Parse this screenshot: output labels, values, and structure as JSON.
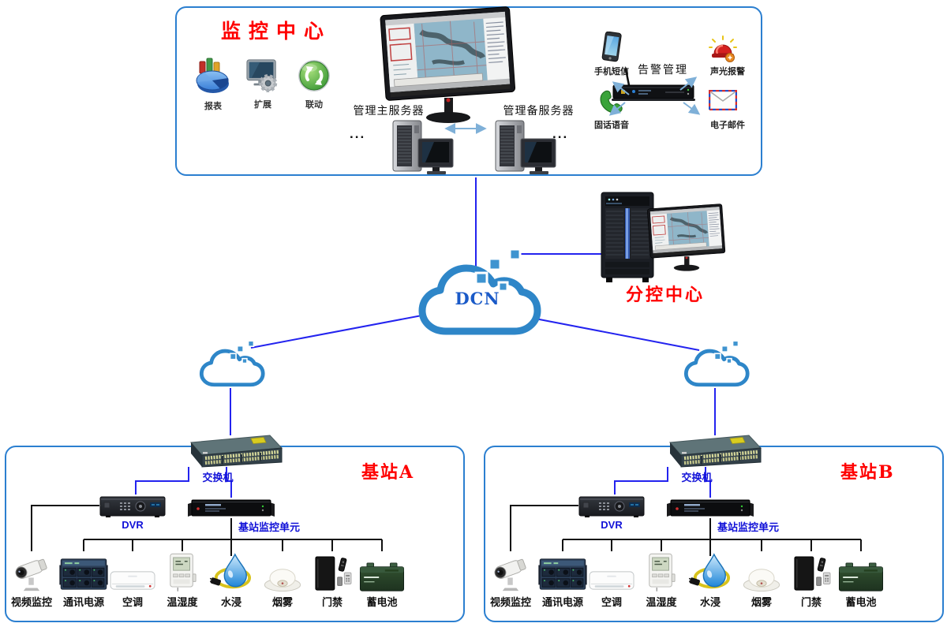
{
  "monitoring_center": {
    "title": "监控中心",
    "features": [
      {
        "label": "报表",
        "icon": "report-chart-icon"
      },
      {
        "label": "扩展",
        "icon": "monitor-gear-icon"
      },
      {
        "label": "联动",
        "icon": "linkage-sync-icon"
      }
    ],
    "primary_server_label": "管理主服务器",
    "backup_server_label": "管理备服务器",
    "ellipsis_left": "...",
    "ellipsis_right": "...",
    "alarm": {
      "title": "告警管理",
      "channels": [
        {
          "label": "手机短信",
          "icon": "mobile-sms-icon"
        },
        {
          "label": "声光报警",
          "icon": "siren-icon"
        },
        {
          "label": "固话语音",
          "icon": "landline-voice-icon"
        },
        {
          "label": "电子邮件",
          "icon": "email-icon"
        }
      ]
    }
  },
  "network": {
    "cloud_label": "DCN"
  },
  "sub_control_center": {
    "title": "分控中心"
  },
  "stations": [
    {
      "title": "基站A",
      "switch_label": "交换机",
      "dvr_label": "DVR",
      "bmu_label": "基站监控单元",
      "devices": [
        {
          "label": "视频监控",
          "icon": "camera-icon"
        },
        {
          "label": "通讯电源",
          "icon": "comm-power-icon"
        },
        {
          "label": "空调",
          "icon": "air-conditioner-icon"
        },
        {
          "label": "温湿度",
          "icon": "thermo-hygro-icon"
        },
        {
          "label": "水浸",
          "icon": "water-leak-icon"
        },
        {
          "label": "烟雾",
          "icon": "smoke-detector-icon"
        },
        {
          "label": "门禁",
          "icon": "access-control-icon"
        },
        {
          "label": "蓄电池",
          "icon": "battery-icon"
        }
      ]
    },
    {
      "title": "基站B",
      "switch_label": "交换机",
      "dvr_label": "DVR",
      "bmu_label": "基站监控单元",
      "devices": [
        {
          "label": "视频监控",
          "icon": "camera-icon"
        },
        {
          "label": "通讯电源",
          "icon": "comm-power-icon"
        },
        {
          "label": "空调",
          "icon": "air-conditioner-icon"
        },
        {
          "label": "温湿度",
          "icon": "thermo-hygro-icon"
        },
        {
          "label": "水浸",
          "icon": "water-leak-icon"
        },
        {
          "label": "烟雾",
          "icon": "smoke-detector-icon"
        },
        {
          "label": "门禁",
          "icon": "access-control-icon"
        },
        {
          "label": "蓄电池",
          "icon": "battery-icon"
        }
      ]
    }
  ],
  "colors": {
    "box_border_blue": "#2b7fd0",
    "wire_blue": "#2323ef",
    "wire_black": "#111111",
    "label_blue": "#1212d8",
    "title_red": "#ff0000",
    "cloud_blue": "#2e86c8"
  }
}
